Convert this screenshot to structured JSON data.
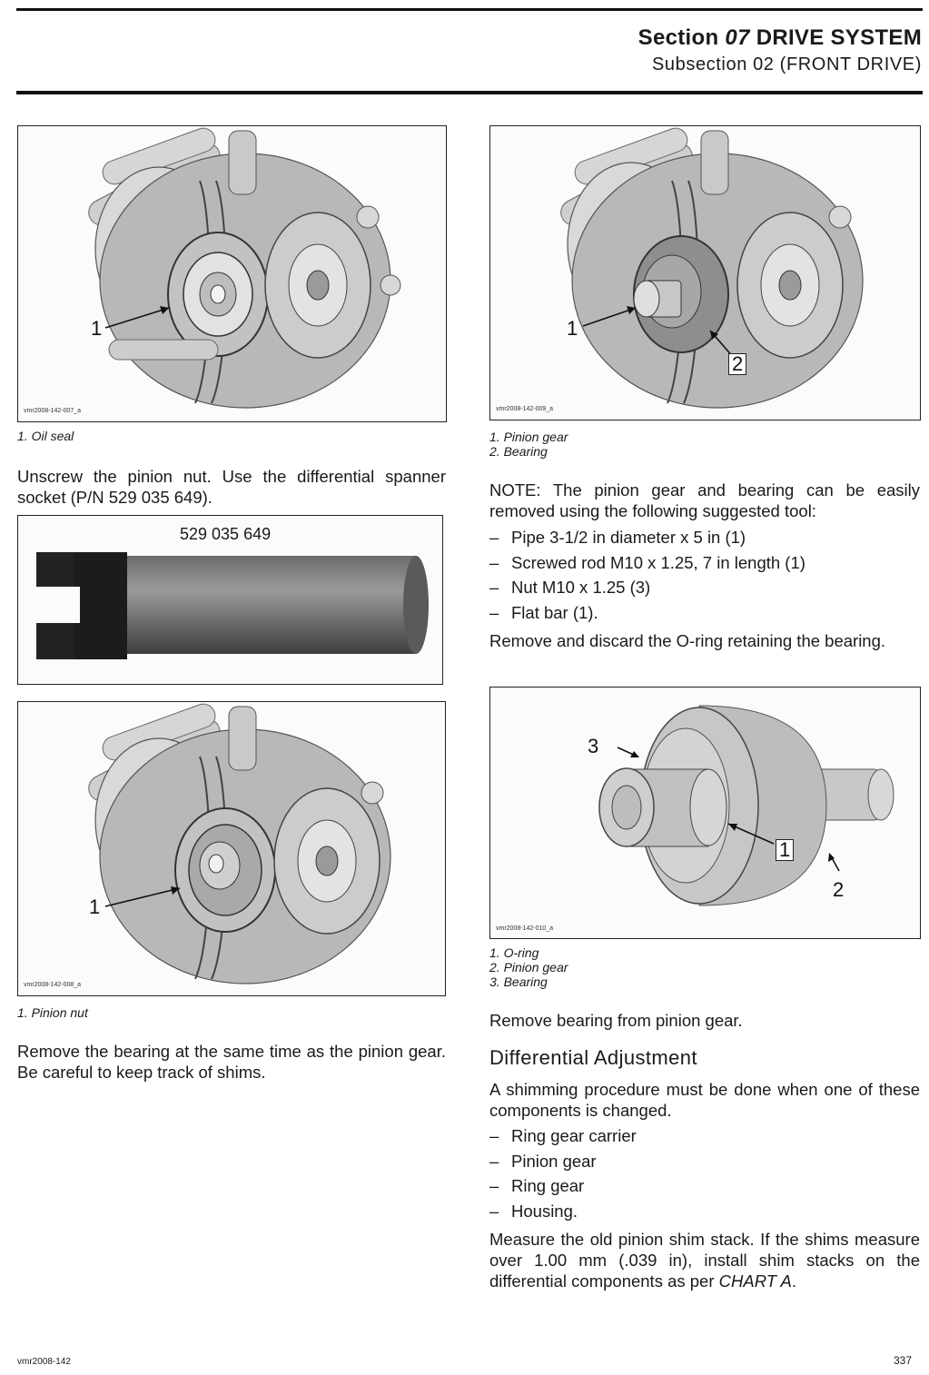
{
  "header": {
    "section_prefix": "Section",
    "section_number": "07",
    "section_title": "DRIVE SYSTEM",
    "subsection": "Subsection 02 (FRONT DRIVE)"
  },
  "figures": {
    "oil_seal": {
      "id": "vmr2008-142-007_a",
      "callouts": [
        "1"
      ]
    },
    "spanner": {
      "part_number": "529 035 649"
    },
    "pinion_nut": {
      "id": "vmr2008-142-008_a",
      "callouts": [
        "1"
      ]
    },
    "pinion_gear": {
      "id": "vmr2008-142-009_a",
      "callouts": [
        "1",
        "2"
      ]
    },
    "oring": {
      "id": "vmr2008-142-010_a",
      "callouts": [
        "1",
        "2",
        "3"
      ]
    }
  },
  "captions": {
    "fig1": [
      "1.  Oil seal"
    ],
    "fig3": [
      "1.  Pinion nut"
    ],
    "fig4": [
      "1.  Pinion gear",
      "2.  Bearing"
    ],
    "fig5": [
      "1.  O-ring",
      "2.  Pinion gear",
      "3.  Bearing"
    ]
  },
  "text": {
    "unscrew": "Unscrew the pinion nut. Use the differential spanner socket (P/N 529 035 649).",
    "remove_bearing_same_time": "Remove the bearing at the same time as the pinion gear. Be careful to keep track of shims.",
    "note_label": "NOTE:",
    "note_body": " The pinion gear and bearing can be easily removed using the following suggested tool:",
    "tool_list": [
      "Pipe 3-1/2 in diameter x 5 in (1)",
      "Screwed rod M10 x 1.25, 7 in length (1)",
      "Nut M10 x 1.25 (3)",
      "Flat bar (1)."
    ],
    "remove_oring": "Remove and discard the O-ring retaining the bearing.",
    "remove_bearing": "Remove bearing from pinion gear.",
    "diff_heading": "Differential Adjustment",
    "shimming": "A shimming procedure must be done when one of these components is changed.",
    "components": [
      "Ring gear carrier",
      "Pinion gear",
      "Ring gear",
      "Housing."
    ],
    "measure": "Measure the old pinion shim stack. If the shims measure over 1.00 mm (.039 in), install shim stacks on the differential components as per ",
    "chart_ref": "CHART A",
    "measure_end": "."
  },
  "footer": {
    "doc_id": "vmr2008-142",
    "page_number": "337"
  }
}
